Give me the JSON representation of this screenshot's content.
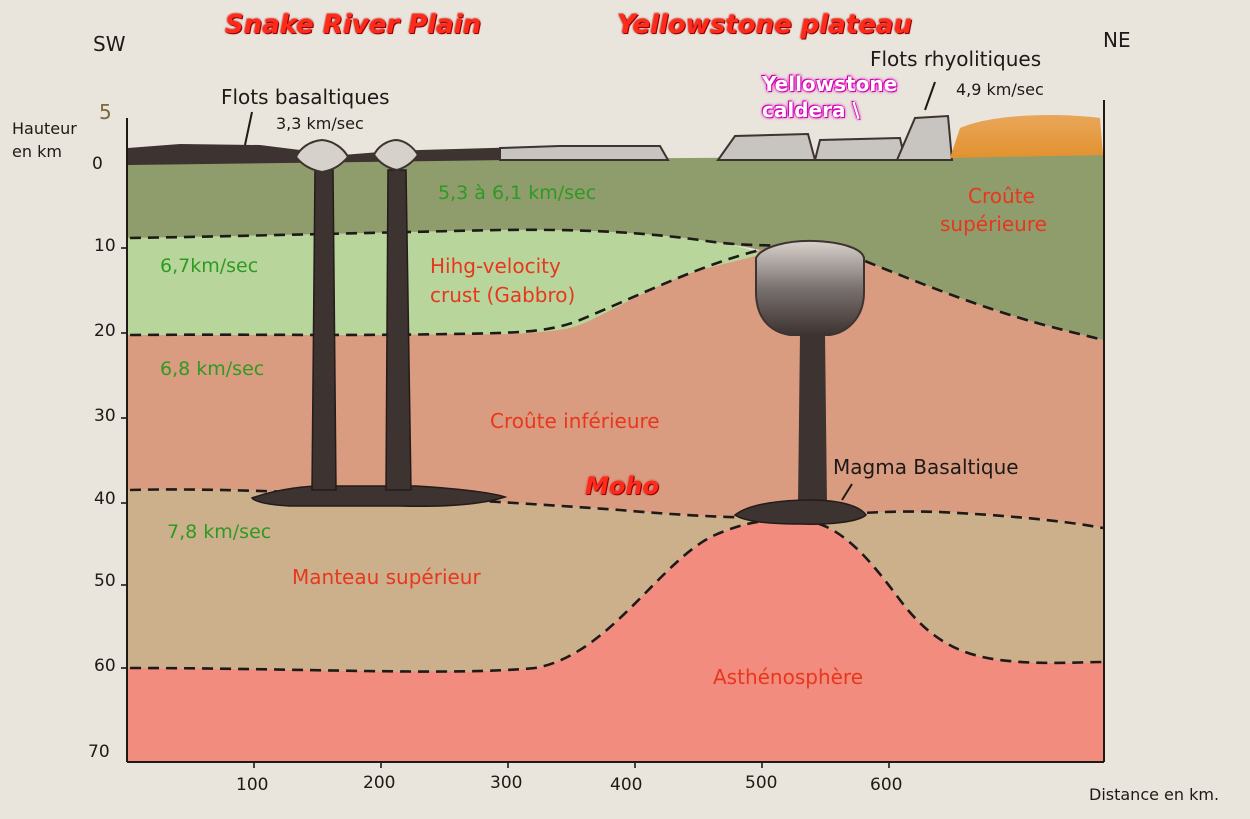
{
  "titles": {
    "left": "Snake River Plain",
    "right": "Yellowstone plateau"
  },
  "compass": {
    "sw": "SW",
    "ne": "NE"
  },
  "axis": {
    "y_label_1": "Hauteur",
    "y_label_2": "en km",
    "x_label": "Distance en km.",
    "y_ticks": [
      "5",
      "0",
      "10",
      "20",
      "30",
      "40",
      "50",
      "60",
      "70"
    ],
    "x_ticks": [
      "100",
      "200",
      "300",
      "400",
      "500",
      "600"
    ]
  },
  "labels": {
    "flots_basaltiques": "Flots basaltiques",
    "speed_basalt": "3,3 km/sec",
    "flots_rhyolitiques": "Flots rhyolitiques",
    "speed_rhyolite": "4,9 km/sec",
    "caldera_1": "Yellowstone",
    "caldera_2": "caldera \\",
    "speed_upper_crust": "5,3 à 6,1 km/sec",
    "croute_sup_1": "Croûte",
    "croute_sup_2": "supérieure",
    "speed_gabbro": "6,7km/sec",
    "gabbro_1": "Hihg-velocity",
    "gabbro_2": "crust (Gabbro)",
    "speed_lower_crust": "6,8 km/sec",
    "croute_inf": "Croûte inférieure",
    "moho": "Moho",
    "magma": "Magma Basaltique",
    "speed_mantle": "7,8 km/sec",
    "manteau": "Manteau supérieur",
    "asthenosphere": "Asthénosphère"
  },
  "colors": {
    "upper_crust": "#8e9a6a",
    "gabbro": "#b6d49a",
    "lower_crust": "#d79a7e",
    "mantle": "#c9ae8a",
    "asthenosphere": "#f08a7c",
    "magma": "#3d3331",
    "rhyolite": "#e0a040"
  }
}
